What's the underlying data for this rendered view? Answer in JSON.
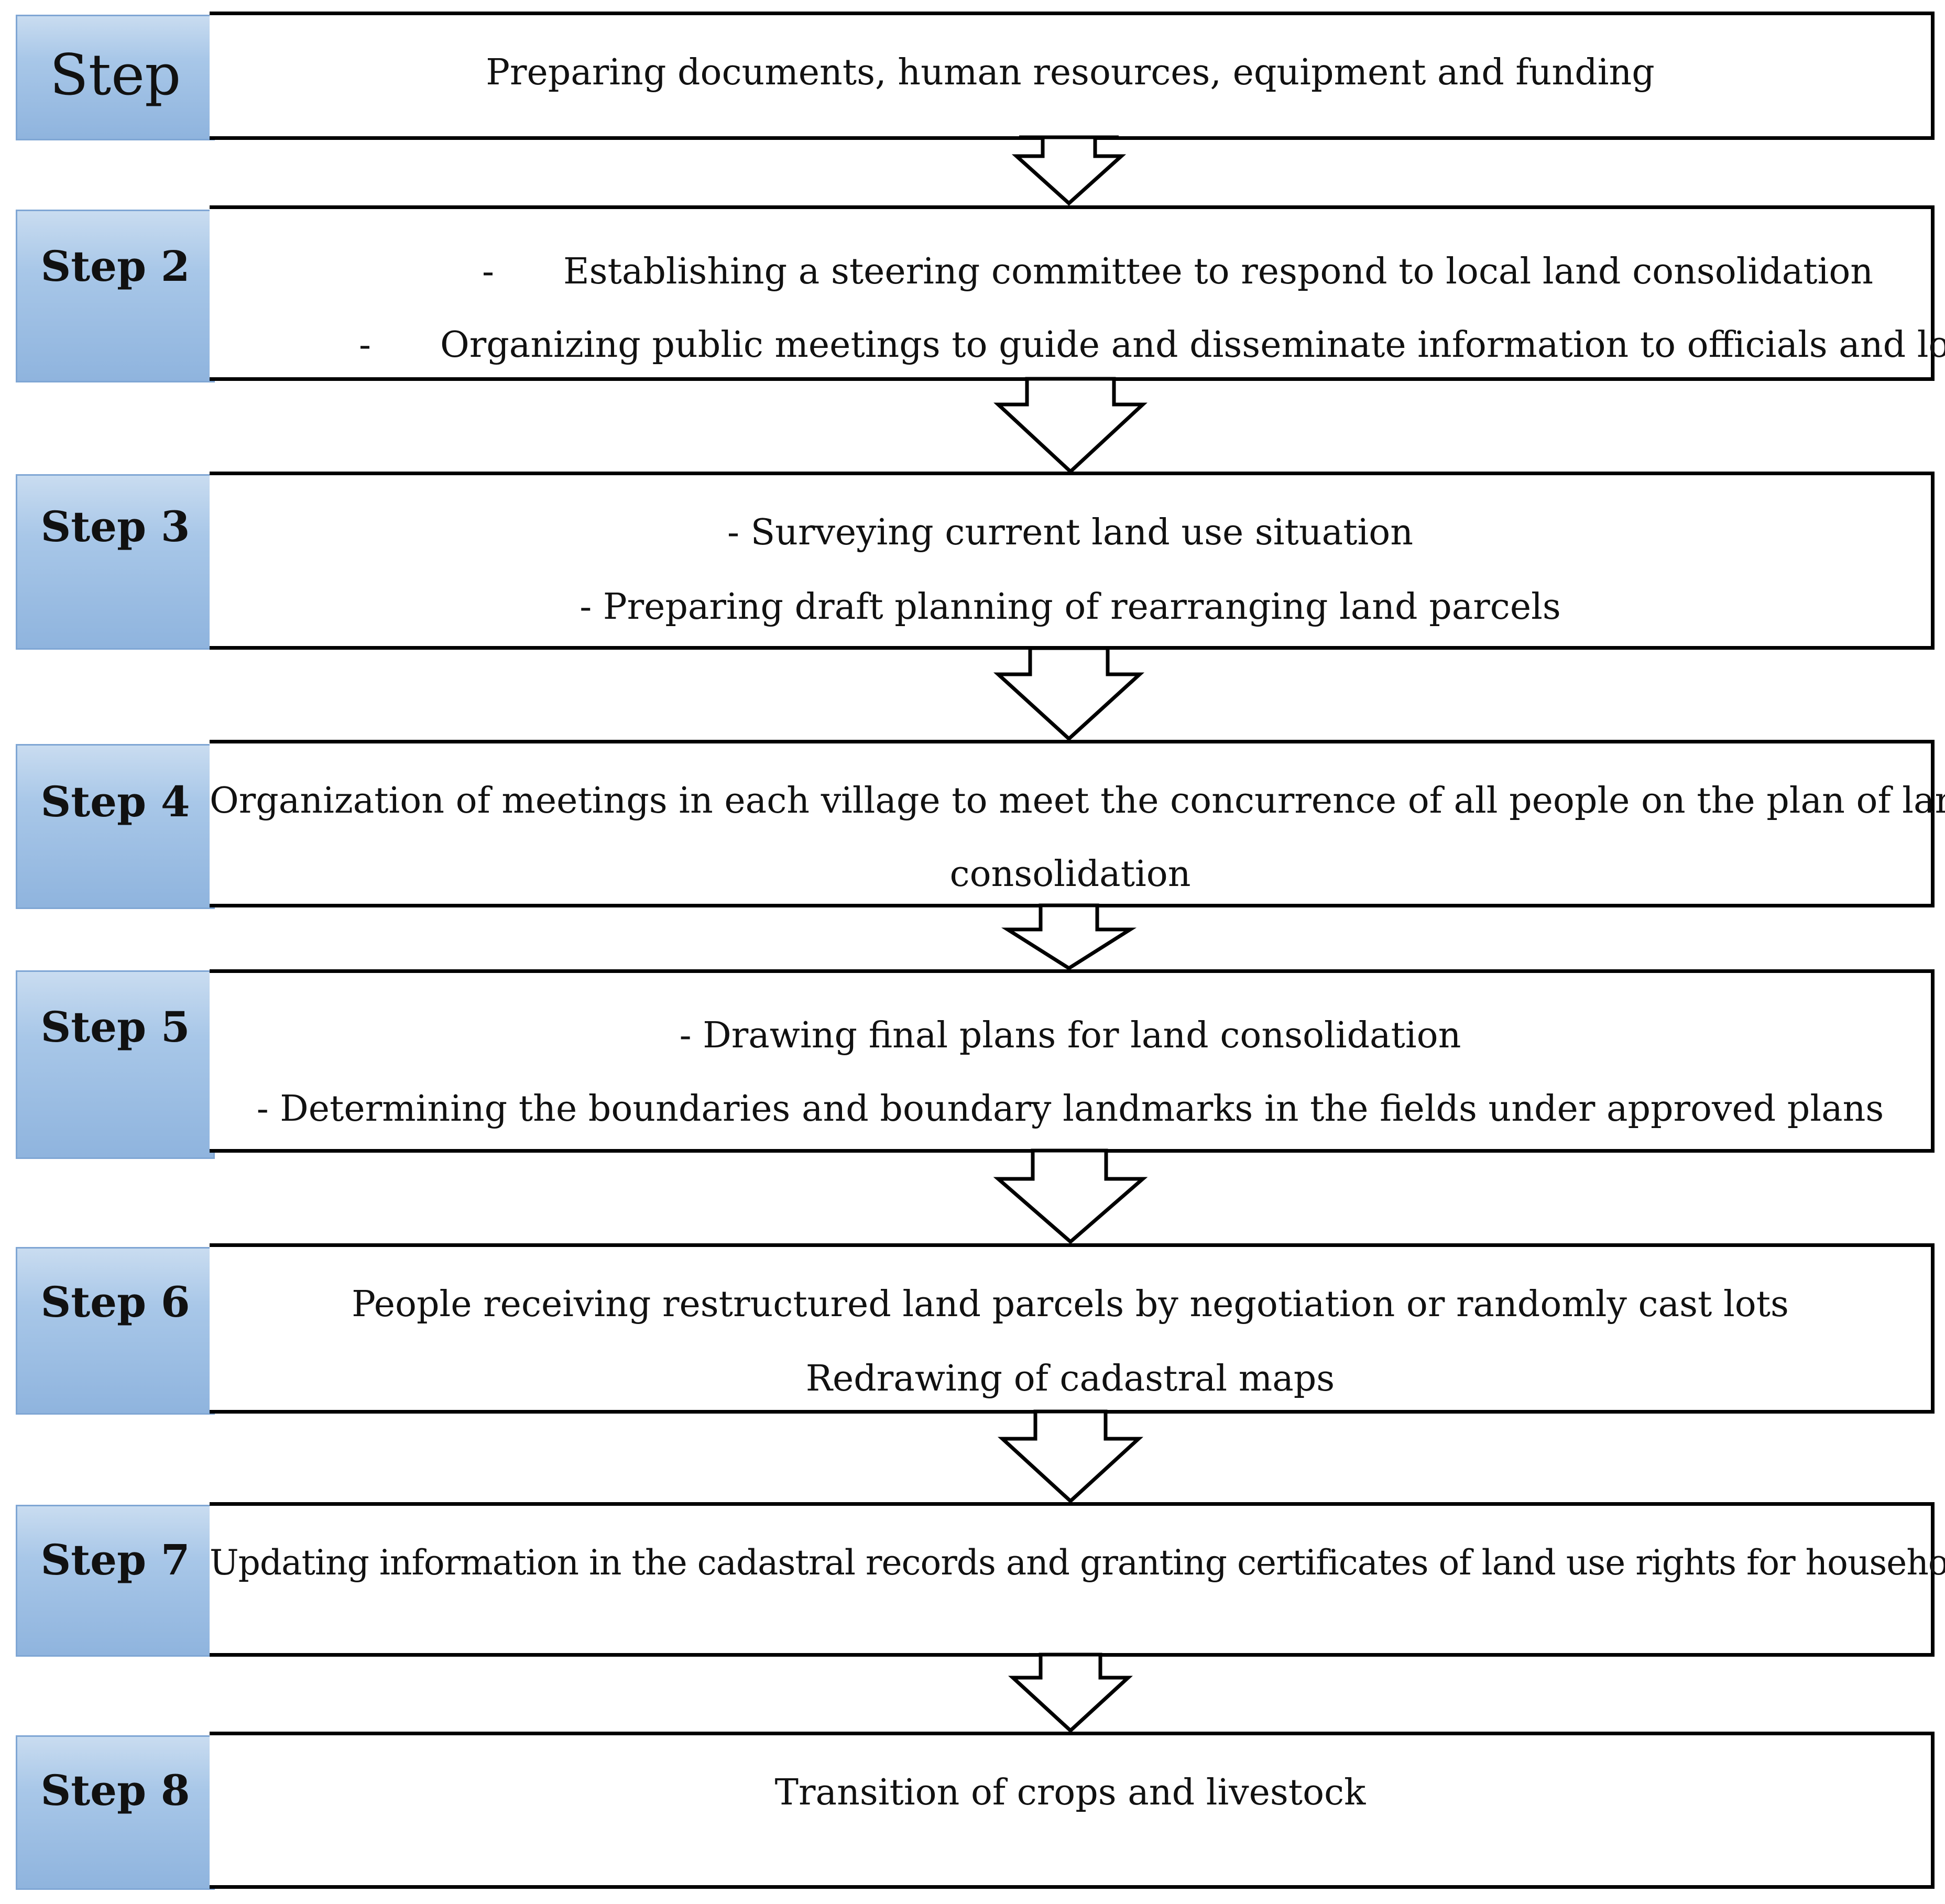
{
  "steps": [
    {
      "label": "Step",
      "lines": [
        "Preparing documents, human resources, equipment and funding"
      ]
    },
    {
      "label": "Step 2",
      "lines": [
        "-",
        "Establishing a steering committee to respond to local land consolidation",
        "-",
        "Organizing public meetings to guide and disseminate information to officials and local"
      ]
    },
    {
      "label": "Step 3",
      "lines": [
        "- Surveying current land use situation",
        "- Preparing draft planning of rearranging land parcels"
      ]
    },
    {
      "label": "Step 4",
      "lines": [
        "Organization of meetings in each village to meet the concurrence of all people on the plan of land",
        "consolidation"
      ]
    },
    {
      "label": "Step 5",
      "lines": [
        "- Drawing final plans for land consolidation",
        "- Determining the boundaries and boundary landmarks in the fields under approved plans"
      ]
    },
    {
      "label": "Step 6",
      "lines": [
        "People receiving restructured land parcels by negotiation or randomly cast lots",
        "Redrawing of cadastral maps"
      ]
    },
    {
      "label": "Step 7",
      "lines": [
        "Updating information in the cadastral records and granting certificates of land use rights for households"
      ]
    },
    {
      "label": "Step 8",
      "lines": [
        "Transition of crops and livestock"
      ]
    }
  ]
}
